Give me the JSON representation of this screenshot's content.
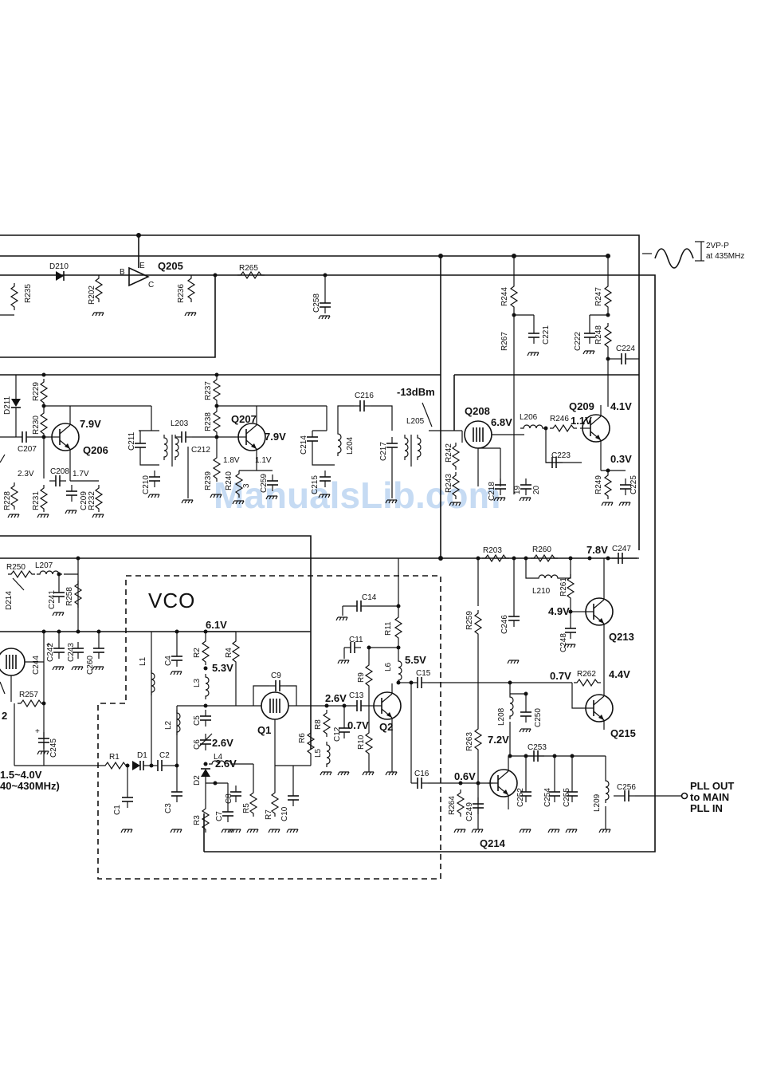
{
  "watermark": "ManualsLib.com",
  "waveform_note": {
    "line1": "2VP-P",
    "line2": "at 435MHz"
  },
  "block_label": "VCO",
  "output": {
    "line1": "PLL OUT",
    "line2": "to MAIN",
    "line3": "PLL IN"
  },
  "varactor_note": {
    "line1": "1.5~4.0V",
    "line2": "40~430MHz)"
  },
  "levels": {
    "minus13dbm": "-13dBm"
  },
  "buffer_pins": {
    "b": "B",
    "e": "E",
    "c": "C"
  },
  "voltages": {
    "q206_c": "7.9V",
    "q206_e": "2.3V",
    "q206_b": "1.7V",
    "q207_c": "7.9V",
    "q207_b": "1.8V",
    "q207_e": "1.1V",
    "q208": "6.8V",
    "q209_b": "1.1V",
    "q209_c": "4.1V",
    "q209_e": "0.3V",
    "rail_78": "7.8V",
    "q213_b": "4.9V",
    "q215_b": "0.7V",
    "q215_c": "4.4V",
    "q214_c": "7.2V",
    "q214_b": "0.6V",
    "vco_61": "6.1V",
    "vco_53": "5.3V",
    "vco_26a": "2.6V",
    "vco_26b": "2.6V",
    "vco_07": "0.7V",
    "vco_55": "5.5V"
  },
  "transistors": {
    "q205": "Q205",
    "q206": "Q206",
    "q207": "Q207",
    "q208": "Q208",
    "q209": "Q209",
    "q213": "Q213",
    "q214": "Q214",
    "q215": "Q215",
    "q1": "Q1",
    "q2": "Q2",
    "q212_partial": "2"
  },
  "components": {
    "d210": "D210",
    "r235": "R235",
    "r202": "R202",
    "r236": "R236",
    "r265": "R265",
    "c258": "C258",
    "r244": "R244",
    "r267": "R267",
    "c221": "C221",
    "r247": "R247",
    "r248": "R248",
    "c222": "C222",
    "c224": "C224",
    "d211": "D211",
    "r229": "R229",
    "r230": "R230",
    "c207": "C207",
    "c208": "C208",
    "c209": "C209",
    "r228": "R228",
    "r231": "R231",
    "r232": "R232",
    "c211": "C211",
    "c210": "C210",
    "l203": "L203",
    "c212": "C212",
    "r237": "R237",
    "r238": "R238",
    "r239": "R239",
    "r240": "R240",
    "c213": "3",
    "c259": "C259",
    "c214": "C214",
    "c215": "C215",
    "l204": "L204",
    "c216": "C216",
    "c217": "C217",
    "l205": "L205",
    "r242": "R242",
    "r243": "R243",
    "c218": "C218",
    "c219": "19",
    "c220": "20",
    "l206": "L206",
    "r246": "R246",
    "c223": "C223",
    "r249": "R249",
    "c225": "C225",
    "r250": "R250",
    "l207": "L207",
    "d214": "D214",
    "c241": "C241",
    "r258": "R258",
    "c244": "C244",
    "c242": "C242",
    "c243": "C243",
    "c260": "C260",
    "r257": "R257",
    "c245": "C245",
    "r203": "R203",
    "r260": "R260",
    "c247": "C247",
    "l210": "L210",
    "r261": "R261",
    "r259": "R259",
    "c246": "C246",
    "c248": "C248",
    "r262": "R262",
    "l208": "L208",
    "c250": "C250",
    "r263": "R263",
    "c253": "C253",
    "r264": "R264",
    "c249": "C249",
    "c252": "C252",
    "c254": "C254",
    "c255": "C255",
    "l209": "L209",
    "c256": "C256",
    "c14": "C14",
    "r11": "R11",
    "c11": "C11",
    "r9": "R9",
    "r10": "R10",
    "l6": "L6",
    "c15": "C15",
    "c16": "C16",
    "c13": "C13",
    "c12": "C12",
    "r8": "R8",
    "l5": "L5",
    "r6": "R6",
    "c9": "C9",
    "r7": "R7",
    "c10": "C10",
    "l1": "L1",
    "c4": "C4",
    "r2": "R2",
    "r4": "R4",
    "l3": "L3",
    "c5": "C5",
    "l2": "L2",
    "c6": "C6",
    "l4": "L4",
    "d2": "D2",
    "c8": "C8",
    "r5": "R5",
    "c7": "C7",
    "r3": "R3",
    "r1": "R1",
    "d1": "D1",
    "c2": "C2",
    "c1": "C1",
    "c3": "C3"
  }
}
